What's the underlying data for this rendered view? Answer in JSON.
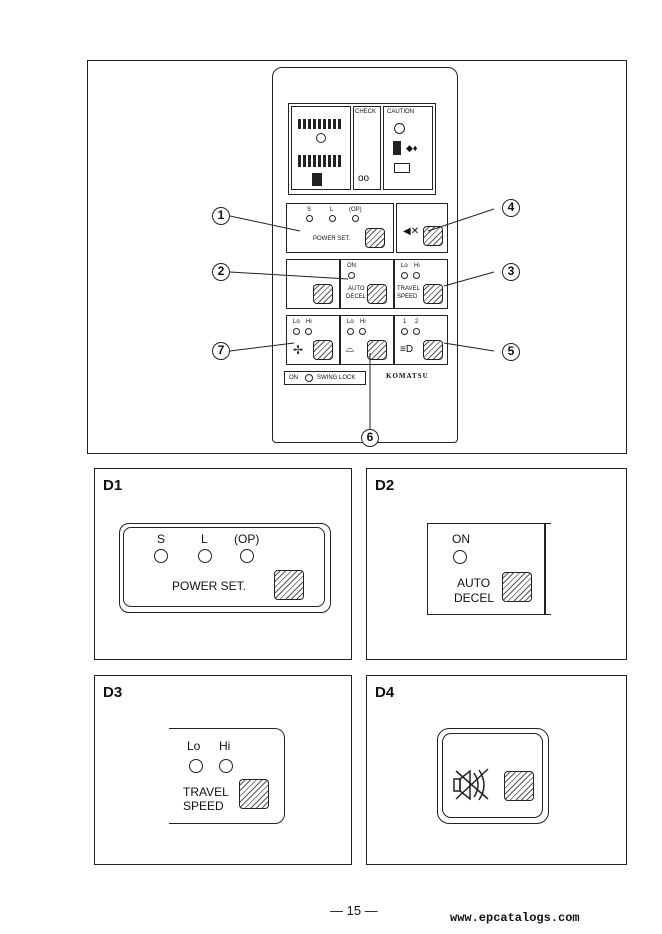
{
  "main_figure": {
    "monitor": {
      "check_label": "CHECK",
      "caution_label": "CAUTION",
      "power_set": {
        "leds": [
          "S",
          "L",
          "(OP)"
        ],
        "label": "POWER SET."
      },
      "auto_decel": {
        "on_label": "ON",
        "line1": "AUTO",
        "line2": "DECEL"
      },
      "travel_speed": {
        "leds": [
          "Lo",
          "Hi"
        ],
        "line1": "TRAVEL",
        "line2": "SPEED"
      },
      "fan": {
        "leds": [
          "Lo",
          "Hi"
        ]
      },
      "wiper": {
        "leds": [
          "Lo",
          "Hi"
        ]
      },
      "light": {
        "leds": [
          "1",
          "2"
        ]
      },
      "swing_lock": {
        "on_label": "ON",
        "label": "SWING LOCK"
      },
      "brand": "KOMATSU"
    },
    "callouts": [
      "1",
      "2",
      "3",
      "4",
      "5",
      "6",
      "7"
    ]
  },
  "d1": {
    "title": "D1",
    "leds": [
      "S",
      "L",
      "(OP)"
    ],
    "label": "POWER SET."
  },
  "d2": {
    "title": "D2",
    "on_label": "ON",
    "line1": "AUTO",
    "line2": "DECEL"
  },
  "d3": {
    "title": "D3",
    "leds": [
      "Lo",
      "Hi"
    ],
    "line1": "TRAVEL",
    "line2": "SPEED"
  },
  "d4": {
    "title": "D4",
    "icon": "buzzer-cancel-icon"
  },
  "footer": {
    "page_number": "— 15 —",
    "website": "www.epcatalogs.com"
  }
}
